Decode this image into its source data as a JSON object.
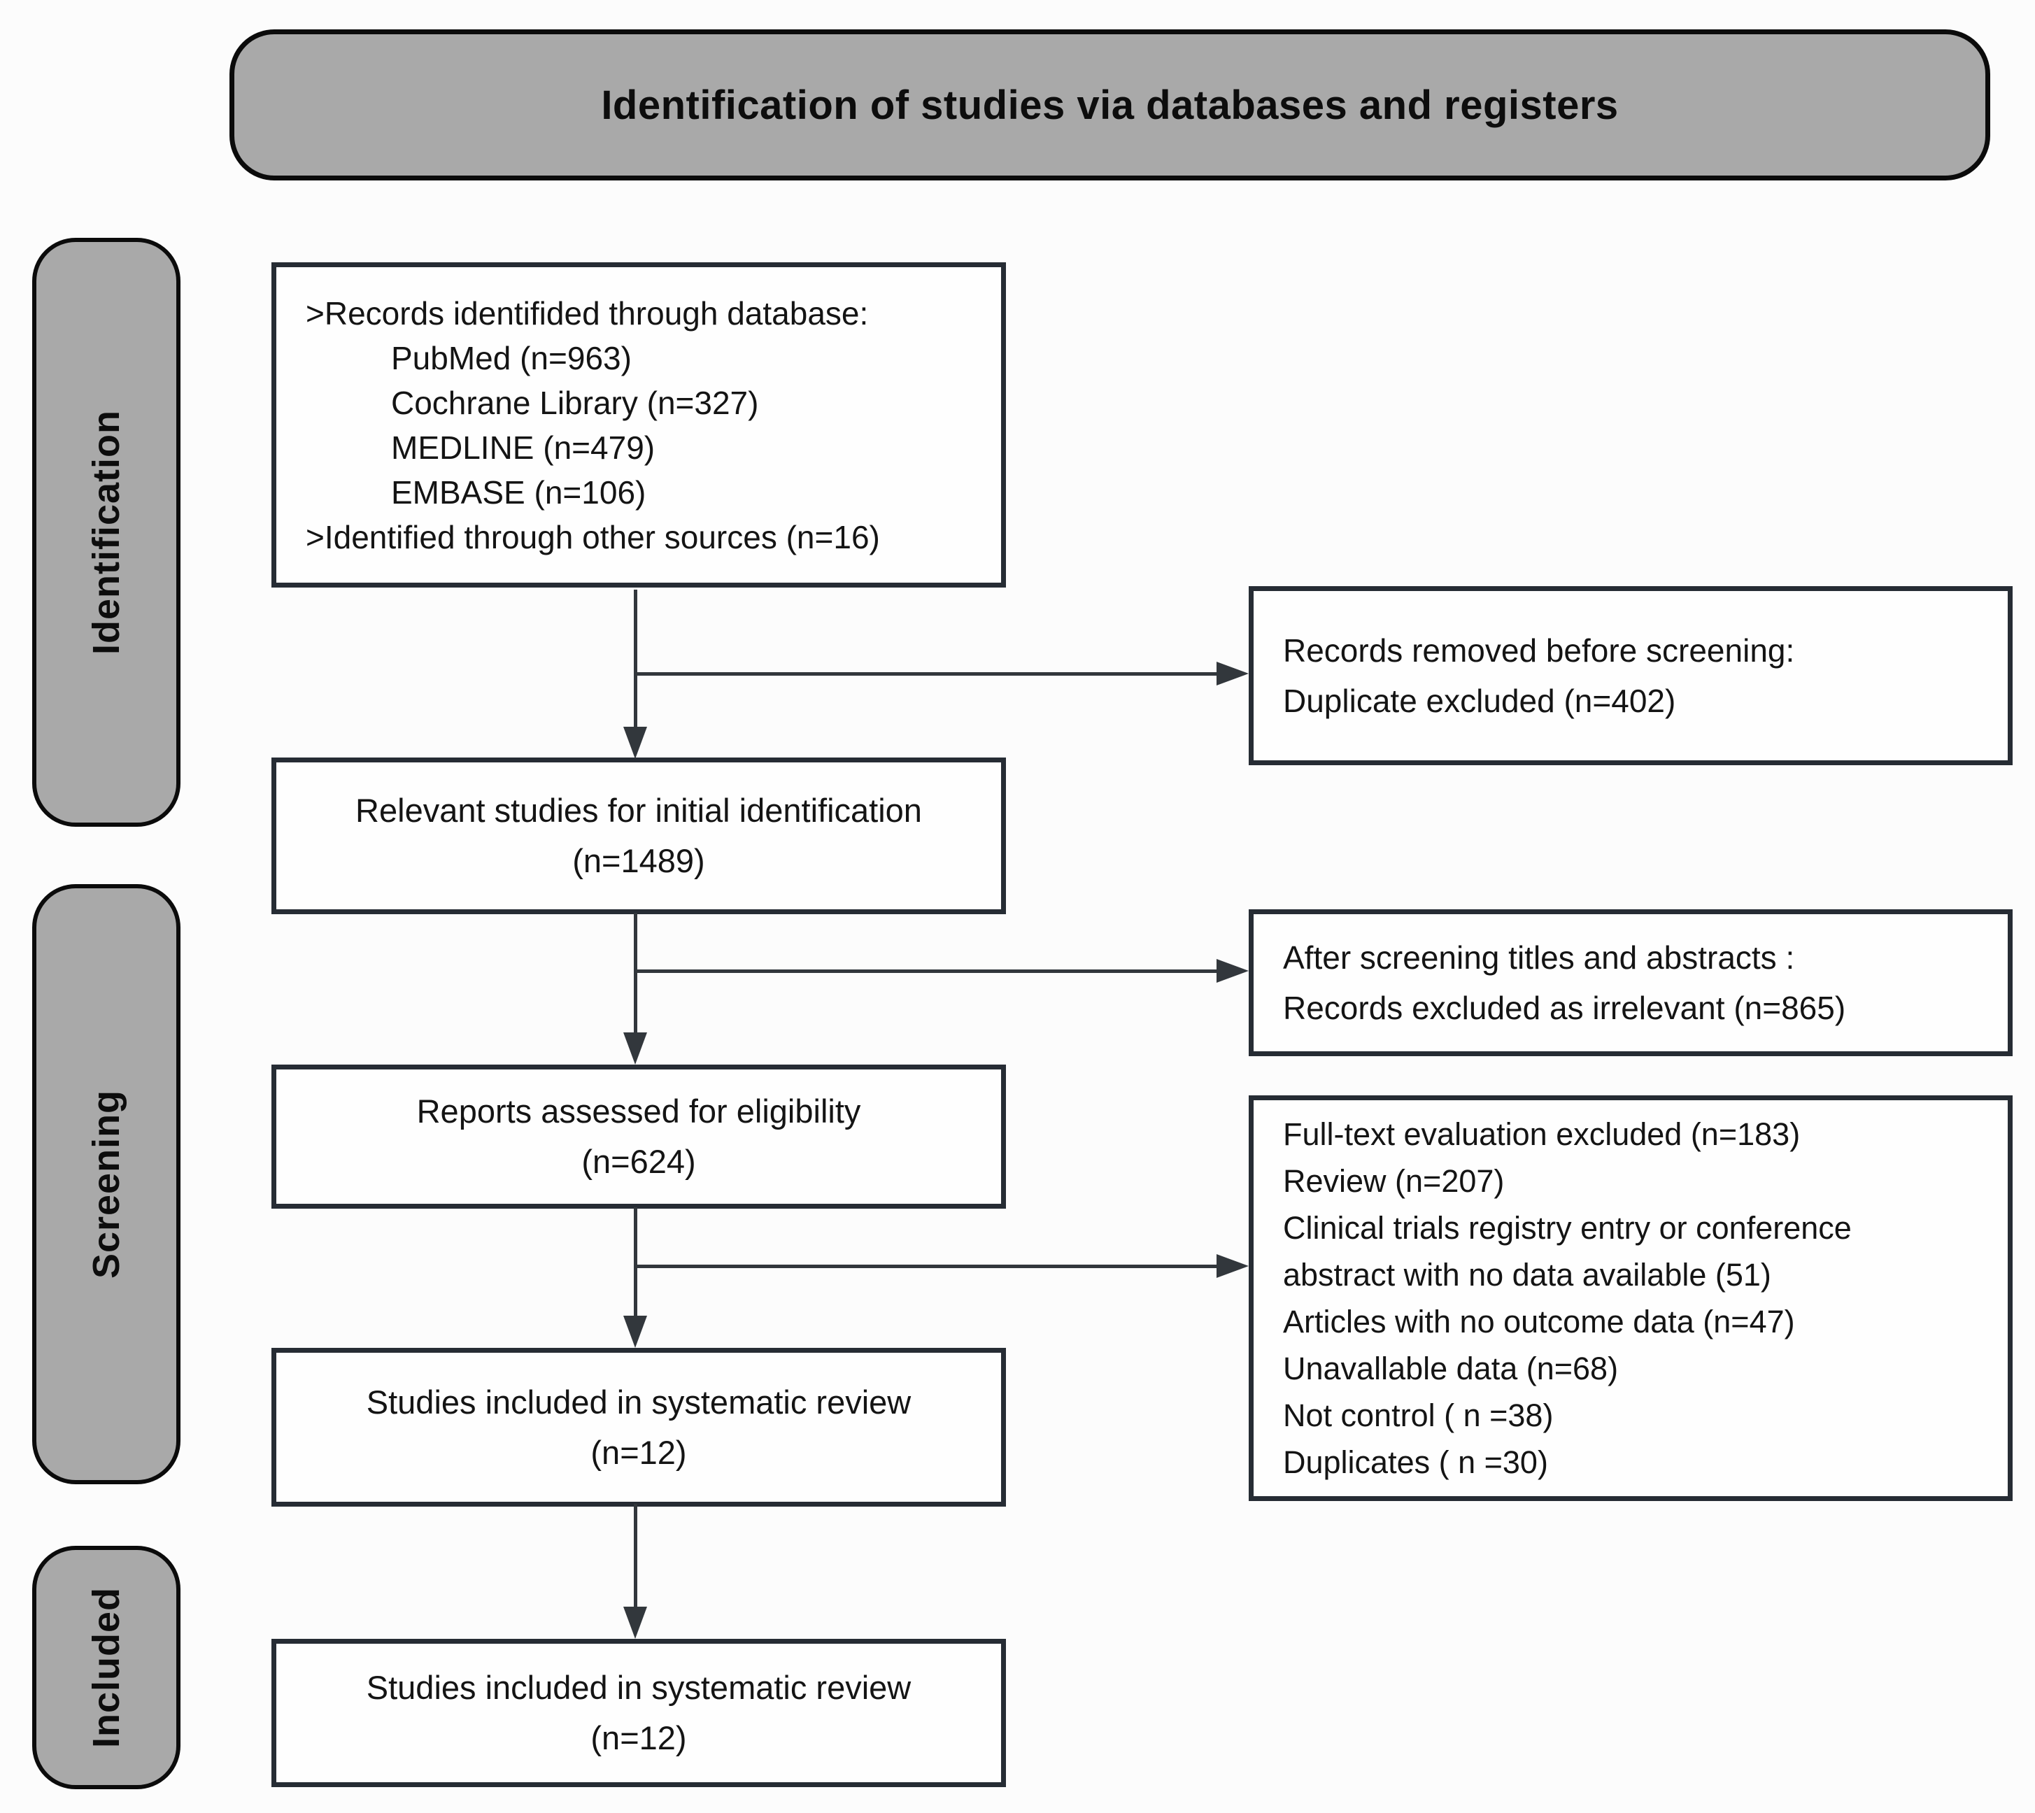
{
  "title": "Identification of studies via databases and registers",
  "colors": {
    "banner_fill": "#a9a9a9",
    "banner_border": "#0b0b0b",
    "box_border": "#262c34",
    "box_fill": "#fefefe",
    "arrow": "#32373c"
  },
  "stages": [
    {
      "label": "Identification"
    },
    {
      "label": "Screening"
    },
    {
      "label": "Included"
    }
  ],
  "flow": {
    "box_records_identified": {
      "lines": [
        ">Records identifided through database:",
        "PubMed (n=963)",
        "Cochrane Library (n=327)",
        "MEDLINE (n=479)",
        "EMBASE (n=106)",
        ">Identified through other sources (n=16)"
      ]
    },
    "box_relevant_studies": {
      "line1": "Relevant studies for initial identification",
      "line2": "(n=1489)"
    },
    "box_reports_assessed": {
      "line1": "Reports assessed for eligibility",
      "line2": "(n=624)"
    },
    "box_systematic_review": {
      "line1": "Studies included in systematic review",
      "line2": "(n=12)"
    },
    "box_final_included": {
      "line1": "Studies included in systematic review",
      "line2": "(n=12)"
    },
    "box_removed_before_screening": {
      "lines": [
        "Records removed before screening:",
        "Duplicate excluded (n=402)"
      ]
    },
    "box_excluded_titles_abstracts": {
      "lines": [
        "After screening titles and abstracts :",
        "Records excluded as irrelevant (n=865)"
      ]
    },
    "box_fulltext_excluded": {
      "lines": [
        "Full-text evaluation excluded (n=183)",
        "Review (n=207)",
        "Clinical trials registry entry or conference",
        "abstract with no data available (51)",
        "Articles with no outcome data (n=47)",
        "Unavallable data (n=68)",
        "Not control ( n =38)",
        "Duplicates ( n =30)"
      ]
    }
  }
}
